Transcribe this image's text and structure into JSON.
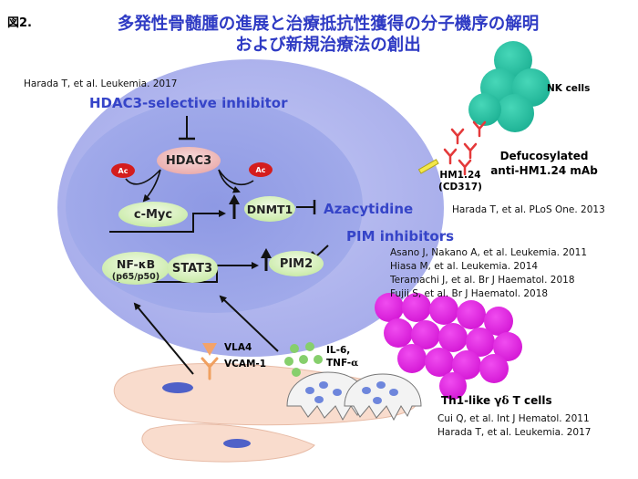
{
  "figure_label": "図2.",
  "title": {
    "line1": "多発性骨髄腫の進展と治療抵抗性獲得の分子機序の解明",
    "line2": "および新規治療法の創出"
  },
  "refs": {
    "harada_leuk_2017_top": "Harada T, et al. Leukemia. 2017",
    "harada_plos_2013": "Harada T, et al. PLoS One. 2013",
    "pim_refs": [
      "Asano J, Nakano A, et al. Leukemia. 2011",
      "Hiasa M, et al. Leukemia. 2014",
      "Teramachi J, et al. Br J Haematol. 2018",
      "Fujii S, et al. Br J Haematol. 2018"
    ],
    "gd_refs": [
      "Cui Q, et al. Int J Hematol. 2011",
      "Harada T, et al. Leukemia. 2017"
    ]
  },
  "drugs": {
    "hdac3_inhibitor": "HDAC3-selective inhibitor",
    "azacytidine": "Azacytidine",
    "pim_inhibitors": "PIM inhibitors"
  },
  "nodes": {
    "hdac3": "HDAC3",
    "ac": "Ac",
    "cmyc": "c-Myc",
    "dnmt1": "DNMT1",
    "nfkb": "NF-κB",
    "nfkb_sub": "(p65/p50)",
    "stat3": "STAT3",
    "pim2": "PIM2"
  },
  "labels": {
    "nk_cells": "NK cells",
    "defuc_line1": "Defucosylated",
    "defuc_line2": "anti-HM1.24 mAb",
    "hm124_line1": "HM1.24",
    "hm124_line2": "(CD317)",
    "vla4": "VLA4",
    "vcam1": "VCAM-1",
    "il6": "IL-6,",
    "tnf_prefix": "TNF-",
    "tnf_alpha": "α",
    "th1_prefix": "Th1-like ",
    "th1_gamma": "γ",
    "th1_delta": "δ",
    "th1_suffix": " T cells"
  },
  "colors": {
    "title_blue": "#2f3bc4",
    "myeloma_cell": "#aeb3ee",
    "nucleus": "#9aa3e6",
    "nk_cell": "#27c2a3",
    "gd_t_cell": "#e21fe0",
    "antibody": "#e4393a",
    "hdac3_fill": "#f2c4c4",
    "ac_fill": "#d41d1d",
    "green_node": "#dff3c8",
    "il6_dot": "#86cf6c",
    "stromal": "#f9dccd",
    "vla4": "#f3a36a"
  }
}
